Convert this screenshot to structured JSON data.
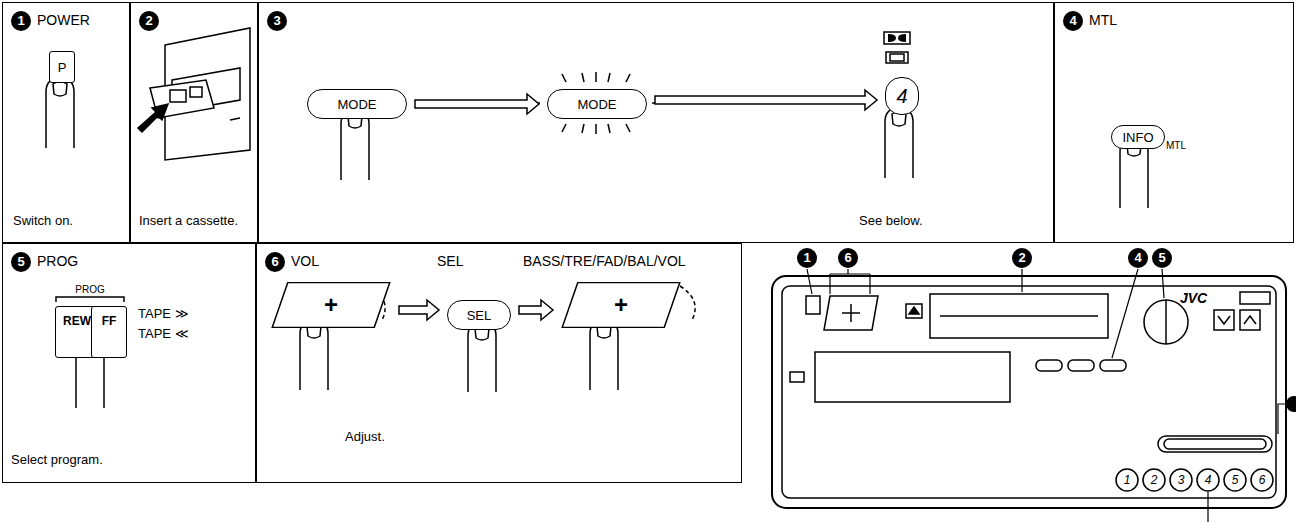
{
  "diagram": {
    "nodes": [
      {
        "text": [
          "1",
          "POWER",
          "Switch on."
        ]
      },
      {
        "text": [
          "P"
        ],
        "in": 0
      },
      {
        "text": [
          "2",
          "Insert a cassette."
        ]
      },
      {
        "text": [
          "3",
          "See below."
        ]
      },
      {
        "text": [
          "MODE"
        ],
        "in": 3
      },
      {
        "text": [
          "MODE"
        ],
        "in": 3
      },
      {
        "text": [
          "4"
        ],
        "in": 3
      },
      {
        "text": [
          "4",
          "MTL"
        ]
      },
      {
        "text": [
          "INFO"
        ],
        "in": 7
      },
      {
        "text": [
          "5",
          "PROG",
          "Select program."
        ]
      },
      {
        "text": [
          "REW"
        ],
        "in": 9
      },
      {
        "text": [
          "FF"
        ],
        "in": 9
      },
      {
        "text": [
          "6",
          "VOL",
          "SEL",
          "BASS/TRE/FAD/BAL/VOL",
          "Adjust."
        ]
      },
      {
        "text": [
          "+"
        ],
        "in": 12
      },
      {
        "text": [
          "SEL"
        ],
        "in": 12
      },
      {
        "text": [
          "+"
        ],
        "in": 12
      }
    ],
    "edges": [
      {
        "from": 4,
        "to": 5,
        "arrow": "to"
      },
      {
        "from": 5,
        "to": 6,
        "arrow": "to"
      },
      {
        "from": 13,
        "to": 14,
        "arrow": "to"
      },
      {
        "from": 14,
        "to": 15,
        "arrow": "to"
      }
    ],
    "labels": [
      "MTL",
      "PROG",
      "TAPE ≫",
      "TAPE ≪",
      "1",
      "6",
      "2",
      "4",
      "5",
      "JVC",
      "1",
      "2",
      "3",
      "4",
      "5",
      "6"
    ]
  }
}
